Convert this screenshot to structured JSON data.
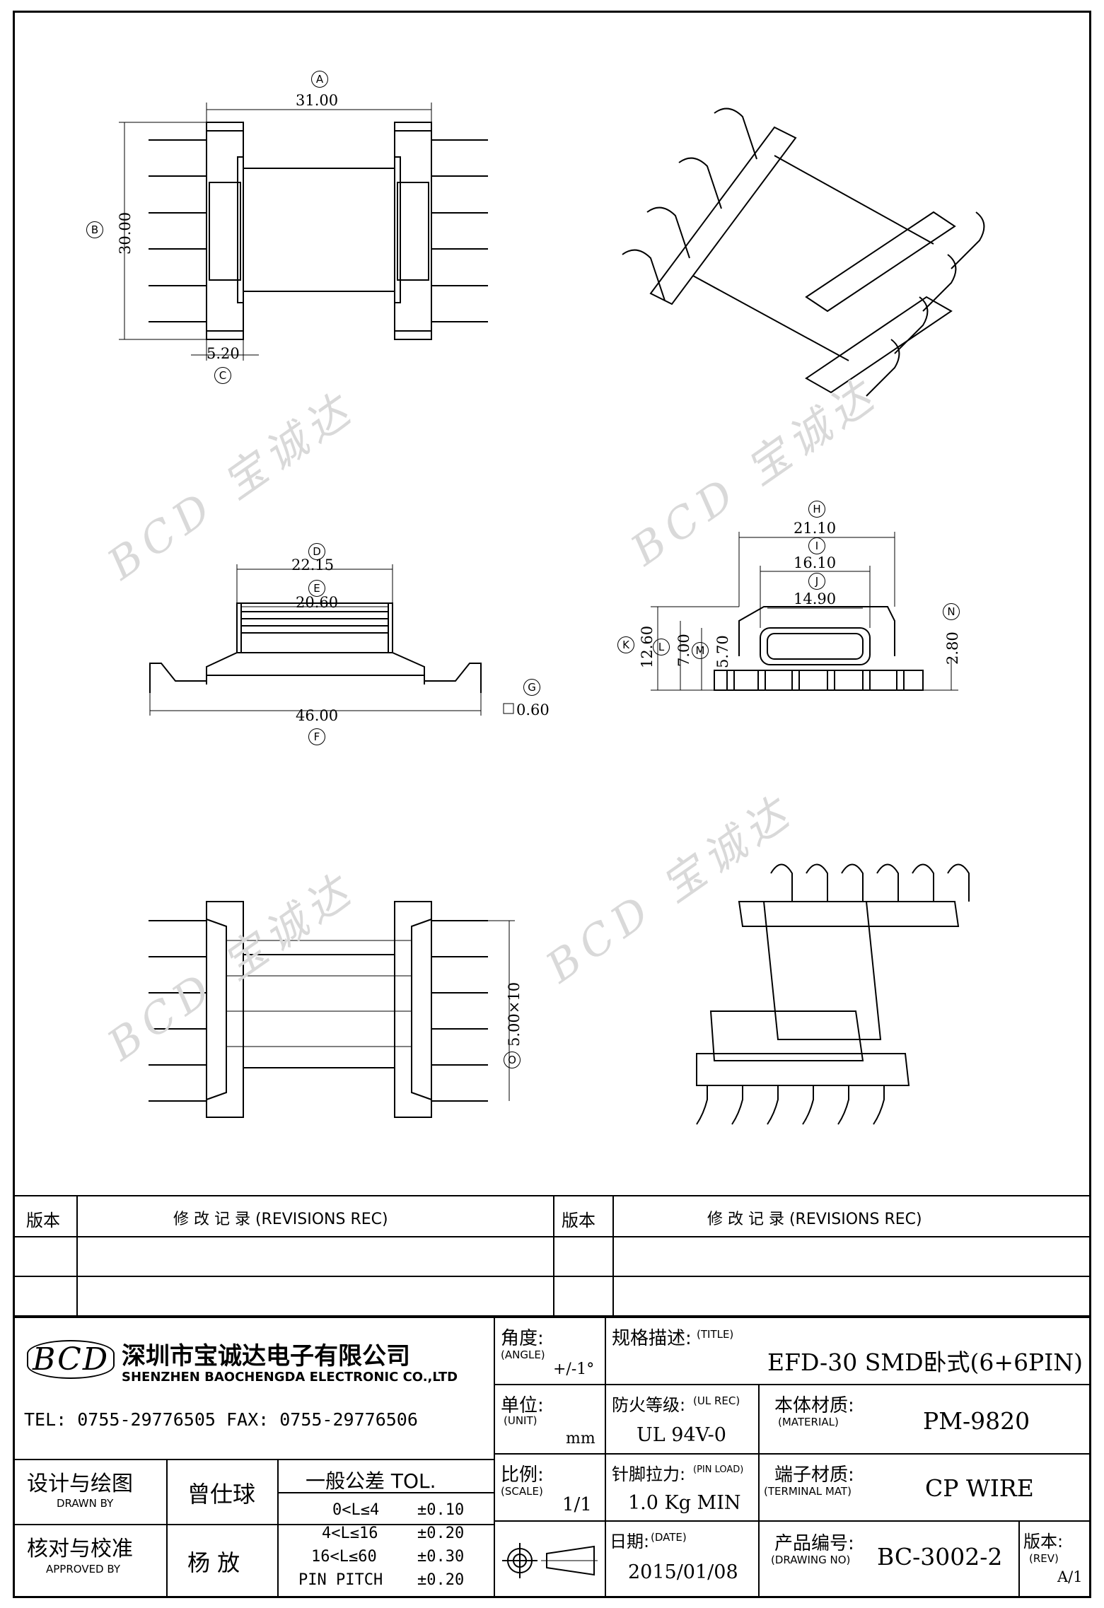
{
  "views": {
    "dim_A_label": "A",
    "dim_A_value": "31.00",
    "dim_B_label": "B",
    "dim_B_value": "30.00",
    "dim_C_label": "C",
    "dim_C_value": "5.20",
    "dim_D_label": "D",
    "dim_D_value": "22.15",
    "dim_E_label": "E",
    "dim_E_value": "20.60",
    "dim_F_label": "F",
    "dim_F_value": "46.00",
    "dim_G_label": "G",
    "dim_G_value": "0.60",
    "dim_H_label": "H",
    "dim_H_value": "21.10",
    "dim_I_label": "I",
    "dim_I_value": "16.10",
    "dim_J_label": "J",
    "dim_J_value": "14.90",
    "dim_K_label": "K",
    "dim_K_value": "12.60",
    "dim_L_label": "L",
    "dim_L_value": "7.00",
    "dim_M_label": "M",
    "dim_M_value": "5.70",
    "dim_N_label": "N",
    "dim_N_value": "2.80",
    "dim_O_label": "O",
    "dim_O_value": "5.00×10"
  },
  "watermark": "BCD 宝诚达",
  "revisions": {
    "left_version_header": "版本",
    "left_records_header": "修  改  记  录  (REVISIONS REC)",
    "right_version_header": "版本",
    "right_records_header": "修  改  记  录  (REVISIONS REC)"
  },
  "company": {
    "logo_text": "BCD",
    "name_cn": "深圳市宝诚达电子有限公司",
    "name_en": "SHENZHEN BAOCHENGDA ELECTRONIC CO.,LTD",
    "contact": "TEL: 0755-29776505   FAX: 0755-29776506"
  },
  "title_block": {
    "angle_label": "角度:",
    "angle_label_en": "(ANGLE)",
    "angle_value": "+/-1°",
    "title_label": "规格描述:",
    "title_label_en": "(TITLE)",
    "title_value": "EFD-30 SMD卧式(6+6PIN)",
    "unit_label": "单位:",
    "unit_label_en": "(UNIT)",
    "unit_value": "mm",
    "ul_label": "防火等级:",
    "ul_label_en": "(UL REC)",
    "ul_value": "UL 94V-0",
    "material_label": "本体材质:",
    "material_label_en": "(MATERIAL)",
    "material_value": "PM-9820",
    "scale_label": "比例:",
    "scale_label_en": "(SCALE)",
    "scale_value": "1/1",
    "pin_load_label": "针脚拉力:",
    "pin_load_label_en": "(PIN LOAD)",
    "pin_load_value": "1.0 Kg MIN",
    "terminal_label": "端子材质:",
    "terminal_label_en": "(TERMINAL MAT)",
    "terminal_value": "CP WIRE",
    "date_label": "日期:",
    "date_label_en": "(DATE)",
    "date_value": "2015/01/08",
    "drawing_no_label": "产品编号:",
    "drawing_no_label_en": "(DRAWING NO)",
    "drawing_no_value": "BC-3002-2",
    "rev_label": "版本:",
    "rev_label_en": "(REV)",
    "rev_value": "A/1",
    "drawn_label": "设计与绘图",
    "drawn_label_en": "DRAWN BY",
    "drawn_by": "曾仕球",
    "approved_label": "核对与校准",
    "approved_label_en": "APPROVED BY",
    "approved_by": "杨  放",
    "tol_title": "一般公差 TOL.",
    "tol_rows": [
      {
        "range": "0<L≤4",
        "value": "±0.10"
      },
      {
        "range": "4<L≤16",
        "value": "±0.20"
      },
      {
        "range": "16<L≤60",
        "value": "±0.30"
      },
      {
        "range": "PIN PITCH",
        "value": "±0.20"
      }
    ]
  }
}
